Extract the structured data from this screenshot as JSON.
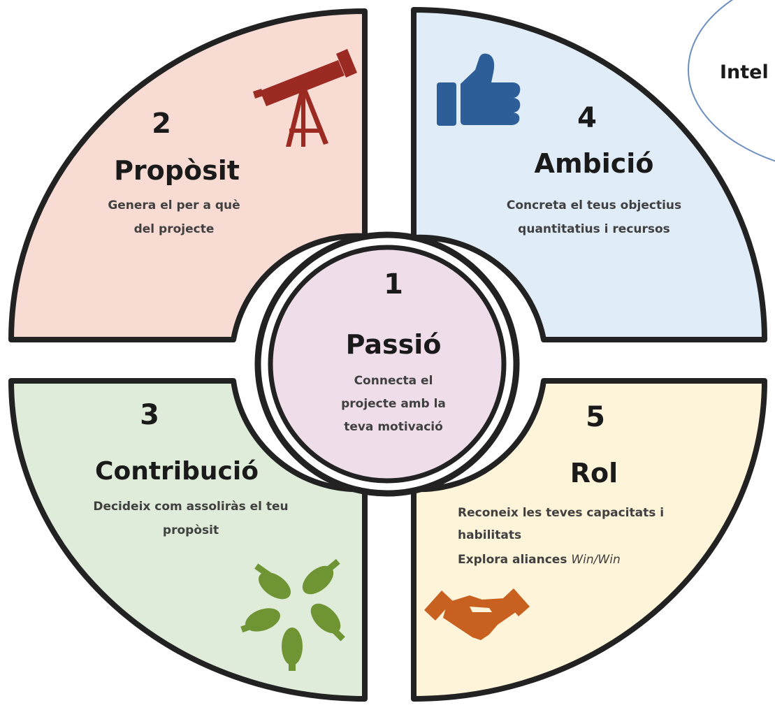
{
  "bubble": {
    "text": "Intel"
  },
  "center": {
    "number": "1",
    "title": "Passió",
    "desc": [
      "Connecta el",
      "projecte amb la",
      "teva motivació"
    ],
    "color": "#efdde9"
  },
  "quadrants": {
    "top_left": {
      "number": "2",
      "title": "Propòsit",
      "desc": [
        "Genera el per a què",
        "del projecte"
      ],
      "color": "#f8dcd4",
      "icon": "telescope-icon",
      "icon_color": "#9b2a23"
    },
    "top_right": {
      "number": "4",
      "title": "Ambició",
      "desc": [
        "Concreta el teus objectius",
        "quantitatius i recursos"
      ],
      "color": "#e0ecf8",
      "icon": "thumbs-up-icon",
      "icon_color": "#2e5e98"
    },
    "bottom_left": {
      "number": "3",
      "title": "Contribució",
      "desc": [
        "Decideix com assoliràs el teu",
        "propòsit"
      ],
      "color": "#dfecda",
      "icon": "hands-circle-icon",
      "icon_color": "#6f9434"
    },
    "bottom_right": {
      "number": "5",
      "title": "Rol",
      "desc": [
        "Reconeix les teves capacitats i",
        "habilitats"
      ],
      "desc_extra_bold": "Explora aliances ",
      "desc_extra_italic": "Win/Win",
      "color": "#fdf4da",
      "icon": "handshake-icon",
      "icon_color": "#c8611f"
    }
  }
}
